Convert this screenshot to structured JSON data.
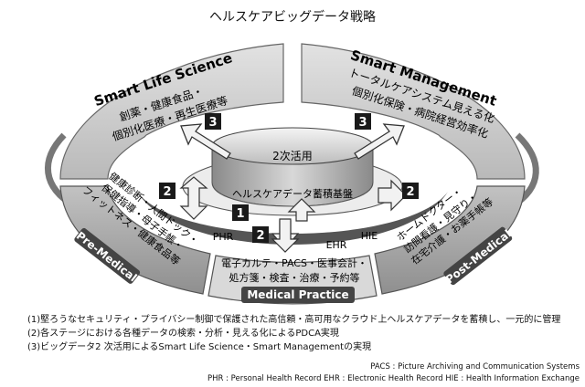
{
  "title": "ヘルスケアビッグデータ戦略",
  "sections": {
    "smart_life": {
      "heading": "Smart Life Science",
      "lines": [
        "創薬・健康食品・",
        "個別化医療・再生医療等"
      ]
    },
    "smart_management": {
      "heading": "Smart Management",
      "lines": [
        "トータルケアシステム見える化",
        "個別化保険・病院経営効率化"
      ]
    },
    "pre_medical": {
      "label": "Pre-Medical",
      "lines": [
        "健康診断・人間ドック・",
        "保健指導・母子手帳・",
        "フィットネス・健康食品等"
      ]
    },
    "post_medical": {
      "label": "Post-Medical",
      "lines": [
        "ホームドクター・",
        "訪問看護・見守り・",
        "在宅介護・お薬手帳等"
      ]
    },
    "medical_practice": {
      "label": "Medical Practice",
      "lines": [
        "電子カルテ・PACS・医事会計・",
        "処方箋・検査・治療・予約等"
      ]
    }
  },
  "center": {
    "top_label": "2次活用",
    "base_label": "ヘルスケアデータ蓄積基盤"
  },
  "flows": {
    "phr": "PHR",
    "ehr": "EHR",
    "hie": "HIE"
  },
  "badges": {
    "b1": "1",
    "b2_left": "2",
    "b2_center": "2",
    "b2_right": "2",
    "b3_left": "3",
    "b3_right": "3"
  },
  "notes": [
    "(1)堅ろうなセキュリティ・プライバシー制御で保護された高信頼・高可用なクラウド上ヘルスケアデータを蓄積し、一元的に管理",
    "(2)各ステージにおける各種データの検索・分析・見える化によるPDCA実現",
    "(3)ビッグデータ2 次活用によるSmart Life Science・Smart Managementの実現"
  ],
  "footnotes": {
    "line1": "PACS : Picture Archiving and Communication Systems",
    "line2": "PHR : Personal Health Record  EHR : Electronic Health Record  HIE : Health Information Exchange"
  },
  "colors": {
    "ring_light": "#c8c8c8",
    "ring_mid": "#a9a9a9",
    "ring_dark": "#444444",
    "badge": "#1a1a1a"
  }
}
